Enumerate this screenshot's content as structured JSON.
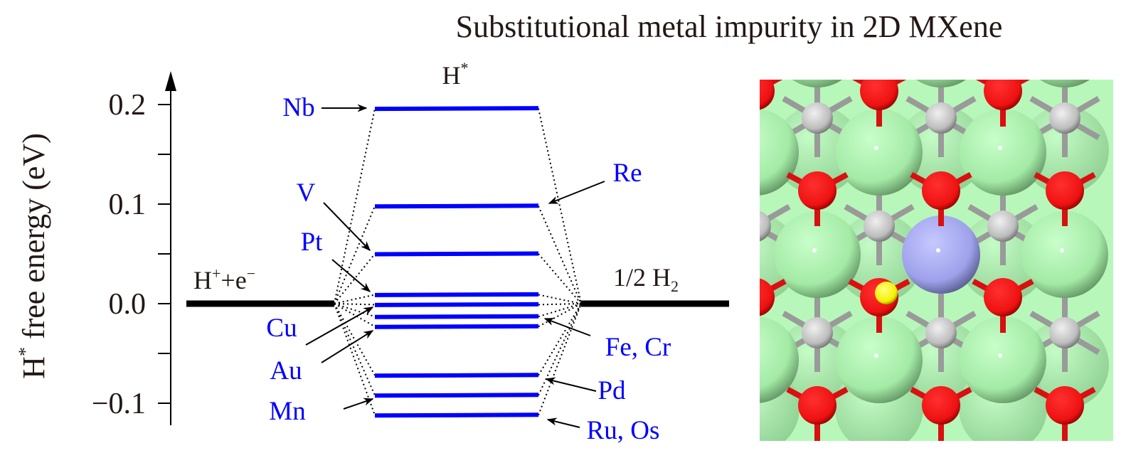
{
  "chart_data": {
    "type": "energy-level diagram",
    "title": "Substitutional metal impurity in 2D MXene",
    "ylabel": "H* free energy (eV)",
    "ylabel_main": "H",
    "ylabel_sup": "*",
    "ylabel_rest": " free energy (eV)",
    "ylim": [
      -0.13,
      0.24
    ],
    "yticks": [
      {
        "value": 0.2,
        "label": "0.2"
      },
      {
        "value": 0.1,
        "label": "0.1"
      },
      {
        "value": 0.0,
        "label": "0.0"
      },
      {
        "value": -0.1,
        "label": "−0.1"
      }
    ],
    "minor_ticks": [
      0.15,
      0.05,
      -0.05
    ],
    "middle_header": {
      "main": "H",
      "sup": "*"
    },
    "initial_state": {
      "main": "H",
      "sup1": "+",
      "mid": "+e",
      "sup2": "−",
      "value": 0.0
    },
    "final_state": {
      "main": "1/2 H",
      "sub": "2",
      "value": 0.0
    },
    "levels": [
      {
        "label": "Nb",
        "value": 0.196,
        "side": "left"
      },
      {
        "label": "Re",
        "value": 0.098,
        "side": "right"
      },
      {
        "label": "V",
        "value": 0.05,
        "side": "left"
      },
      {
        "label": "Pt",
        "value": 0.009,
        "side": "left"
      },
      {
        "label": "Cu",
        "value": -0.001,
        "side": "left"
      },
      {
        "label": "Fe, Cr",
        "value": -0.013,
        "side": "right"
      },
      {
        "label": "Au",
        "value": -0.023,
        "side": "left"
      },
      {
        "label": "Pd",
        "value": -0.072,
        "side": "right"
      },
      {
        "label": "Mn",
        "value": -0.092,
        "side": "left"
      },
      {
        "label": "Ru, Os",
        "value": -0.112,
        "side": "right"
      }
    ],
    "colors": {
      "levels": "#0000ff",
      "labels": "#0000ff",
      "axis": "#000000",
      "text": "#231815"
    }
  },
  "structure_colors": {
    "metal": "#a8f0aa",
    "impurity": "#a6a9f0",
    "oxygen": "#f01515",
    "carbon": "#c8c8c8",
    "hydrogen": "#ffff00",
    "background": "#b8f7ba"
  }
}
